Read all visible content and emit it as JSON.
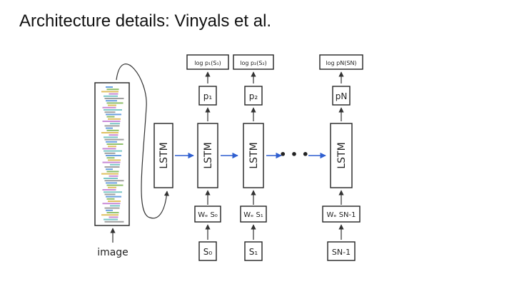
{
  "slide": {
    "title": "Architecture details: Vinyals et al."
  },
  "diagram": {
    "image_label": "image",
    "lstm_label": "LSTM",
    "dots_label": "• • •",
    "columns": [
      {
        "id": "0",
        "log": "log p₁(S₁)",
        "p": "p₁",
        "embed": "Wₑ S₀",
        "input": "S₀"
      },
      {
        "id": "1",
        "log": "log p₂(S₂)",
        "p": "p₂",
        "embed": "Wₑ S₁",
        "input": "S₁"
      },
      {
        "id": "N",
        "log": "log pN(SN)",
        "p": "pN",
        "embed": "Wₑ SN-1",
        "input": "SN-1"
      }
    ]
  }
}
